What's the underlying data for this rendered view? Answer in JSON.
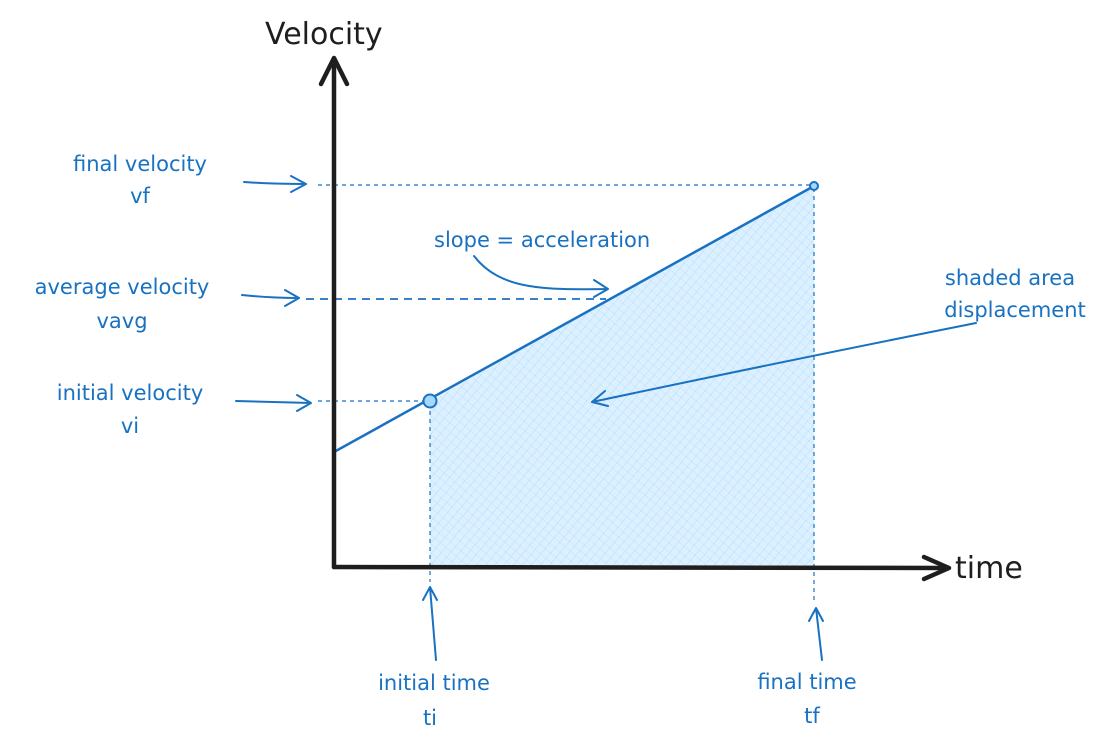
{
  "axes": {
    "y_title": "Velocity",
    "x_title": "time"
  },
  "labels": {
    "final_velocity": [
      "final velocity",
      "vf"
    ],
    "average_velocity": [
      "average velocity",
      "vavg"
    ],
    "initial_velocity": [
      "initial velocity",
      "vi"
    ],
    "slope": "slope = acceleration",
    "shaded_area": [
      "shaded area",
      "displacement"
    ],
    "initial_time": [
      "initial time",
      "ti"
    ],
    "final_time": [
      "final time",
      "tf"
    ]
  },
  "colors": {
    "axis": "#1e1e1e",
    "accent": "#1971c2",
    "shade": "#a5d8ff"
  }
}
